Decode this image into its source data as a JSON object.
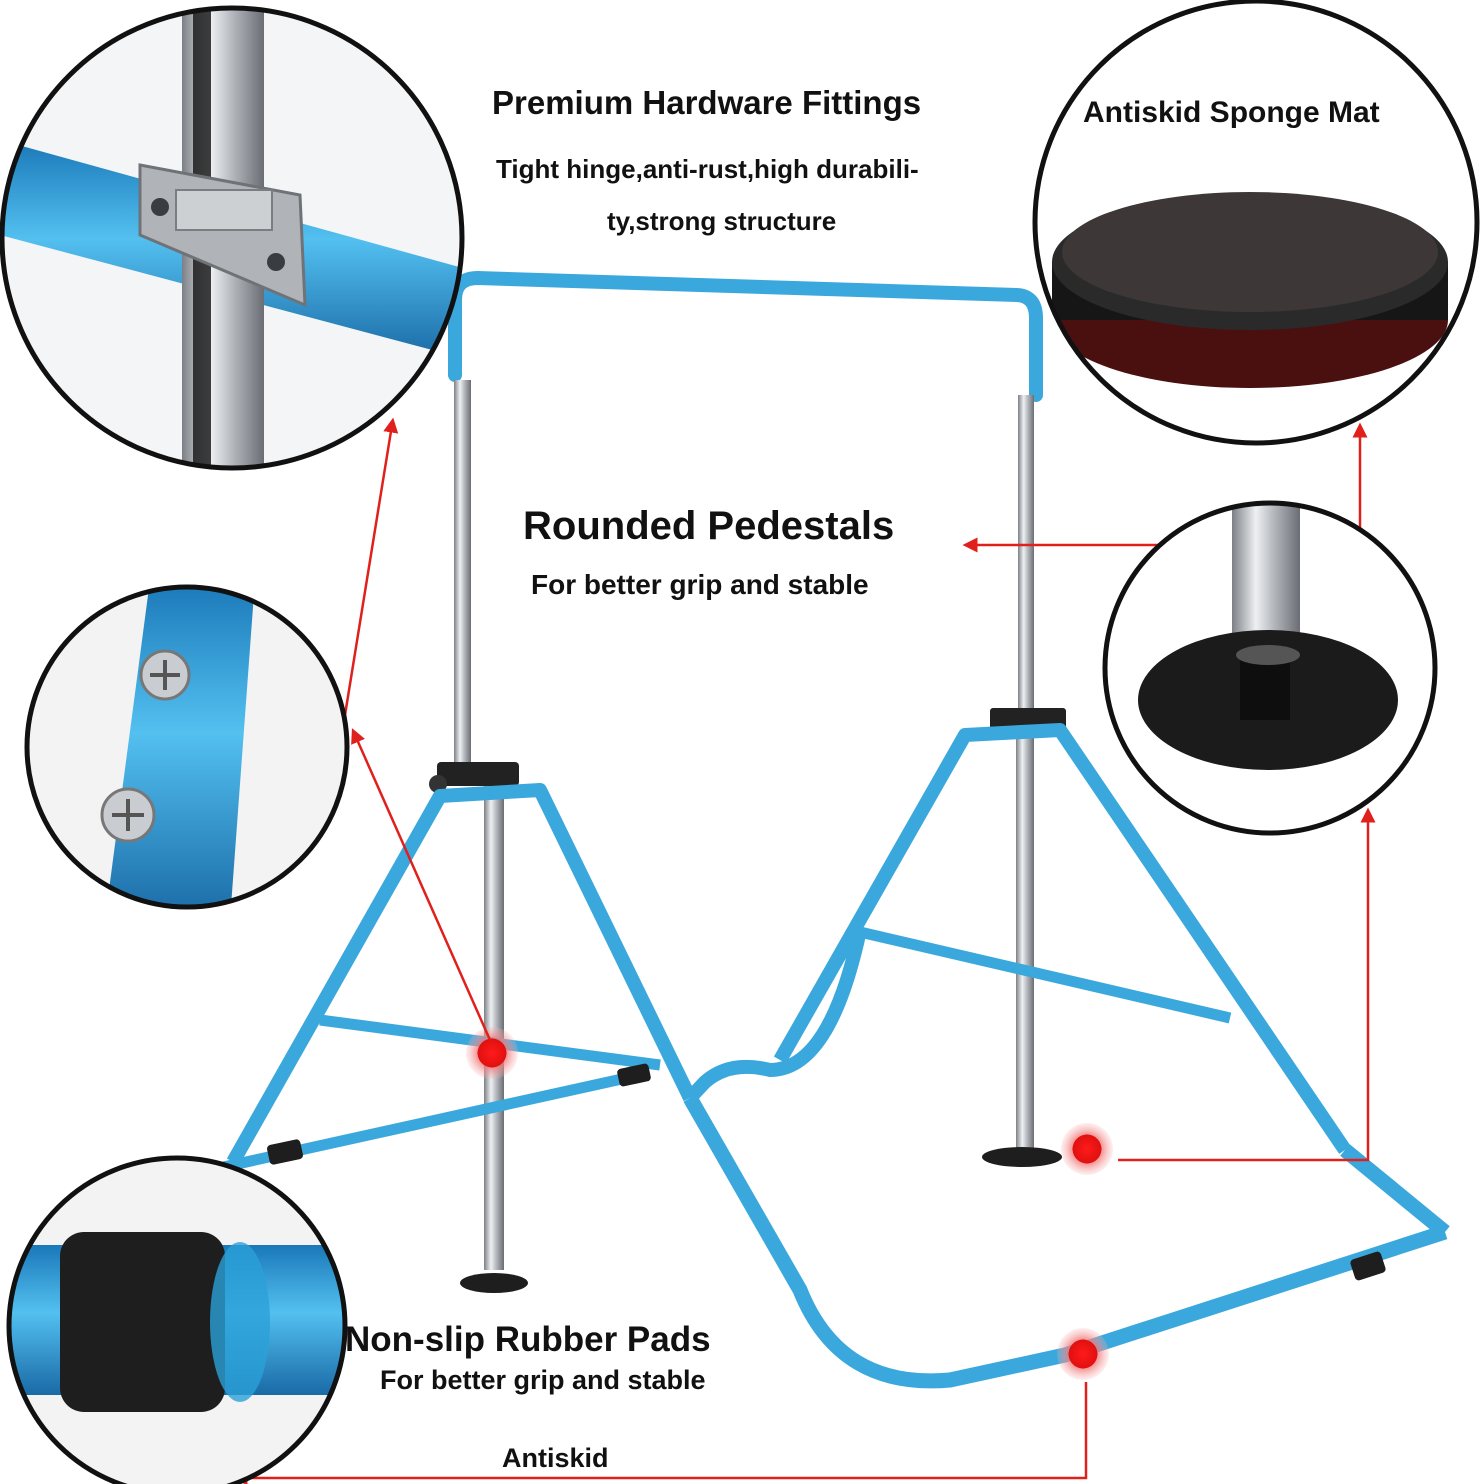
{
  "hardware": {
    "title": "Premium Hardware Fittings",
    "desc_line1": "Tight hinge,anti-rust,high durabili-",
    "desc_line2": "ty,strong structure"
  },
  "mat": {
    "title": "Antiskid Sponge Mat"
  },
  "pedestals": {
    "title": "Rounded Pedestals",
    "desc": "For better grip and stable"
  },
  "pads": {
    "title": "Non-slip Rubber Pads",
    "desc": "For better grip and stable",
    "label": "Antiskid"
  },
  "colors": {
    "frame_blue": "#3aa8dd",
    "arrow_red": "#e0201c",
    "chrome": "#c9ccd0",
    "rubber_black": "#1e1e1e"
  }
}
